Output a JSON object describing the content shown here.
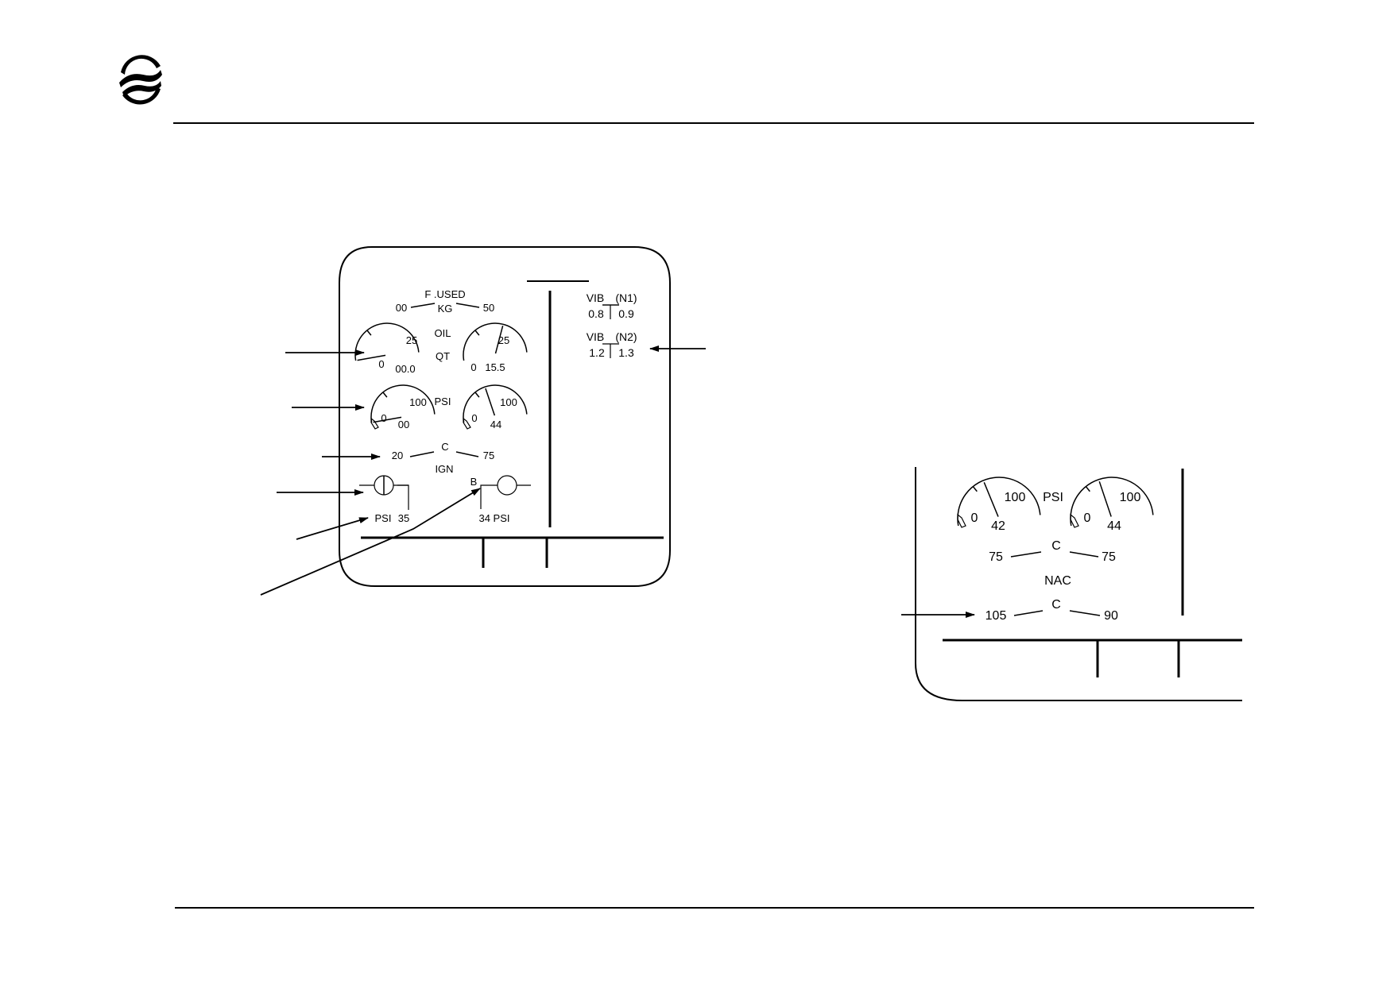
{
  "header": {
    "logo": "company-swirl-logo"
  },
  "left_display": {
    "fuel": {
      "title": "F .USED",
      "unit": "KG",
      "left_value": "00",
      "right_value": "50"
    },
    "oil_qty": {
      "label_top": "OIL",
      "label_bottom": "QT",
      "left_gauge": {
        "min": "0",
        "max": "25",
        "value": "00.0",
        "level": 0.0
      },
      "right_gauge": {
        "min": "0",
        "max": "25",
        "value": "15.5",
        "level": 0.62
      }
    },
    "oil_press": {
      "label": "PSI",
      "left_gauge": {
        "min": "0",
        "max": "100",
        "value": "00",
        "level": 0.0
      },
      "right_gauge": {
        "min": "0",
        "max": "100",
        "value": "44",
        "level": 0.44
      }
    },
    "oil_temp": {
      "unit": "C",
      "left_value": "20",
      "right_value": "75"
    },
    "ign": {
      "label": "IGN"
    },
    "press": {
      "left_label": "PSI",
      "left_value": "35",
      "right_letter": "B",
      "right_value": "34 PSI"
    },
    "vib_n1": {
      "title": "VIB",
      "rotor": "(N1)",
      "left_value": "0.8",
      "right_value": "0.9"
    },
    "vib_n2": {
      "title": "VIB",
      "rotor": "(N2)",
      "left_value": "1.2",
      "right_value": "1.3"
    }
  },
  "right_display": {
    "oil_press": {
      "label": "PSI",
      "left_gauge": {
        "min": "0",
        "max": "100",
        "value": "42",
        "level": 0.42
      },
      "right_gauge": {
        "min": "0",
        "max": "100",
        "value": "44",
        "level": 0.44
      }
    },
    "oil_temp": {
      "unit": "C",
      "left_value": "75",
      "right_value": "75"
    },
    "nac": {
      "label": "NAC",
      "unit": "C",
      "left_value": "105",
      "right_value": "90"
    }
  },
  "colors": {
    "ink": "#000000",
    "background": "#ffffff"
  }
}
